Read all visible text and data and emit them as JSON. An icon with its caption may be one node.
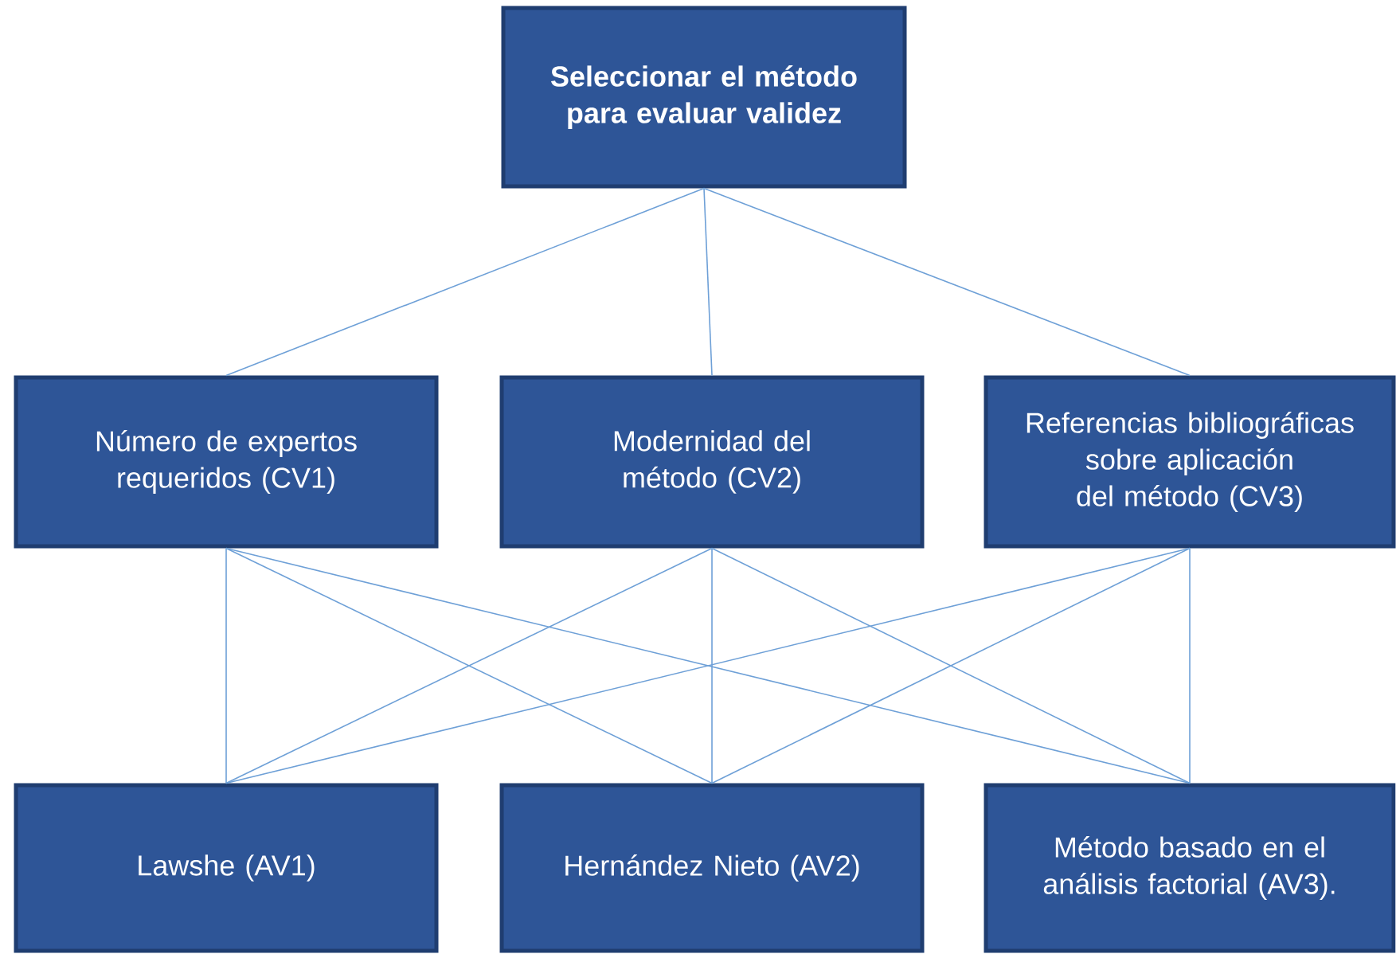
{
  "diagram": {
    "nodes": [
      {
        "text": [
          "Seleccionar el método para evaluar validez"
        ]
      },
      {
        "text": [
          "Número de expertos requeridos (CV1)"
        ]
      },
      {
        "text": [
          "Modernidad del método (CV2)"
        ]
      },
      {
        "text": [
          "Referencias bibliográficas sobre aplicación del método (CV3)"
        ]
      },
      {
        "text": [
          "Lawshe (AV1)"
        ]
      },
      {
        "text": [
          "Hernández Nieto (AV2)"
        ]
      },
      {
        "text": [
          "Método basado en el análisis factorial (AV3)."
        ]
      }
    ],
    "edges": [
      {
        "from": 0,
        "to": 1,
        "arrow": "none"
      },
      {
        "from": 0,
        "to": 2,
        "arrow": "none"
      },
      {
        "from": 0,
        "to": 3,
        "arrow": "none"
      },
      {
        "from": 1,
        "to": 4,
        "arrow": "none"
      },
      {
        "from": 1,
        "to": 5,
        "arrow": "none"
      },
      {
        "from": 1,
        "to": 6,
        "arrow": "none"
      },
      {
        "from": 2,
        "to": 4,
        "arrow": "none"
      },
      {
        "from": 2,
        "to": 5,
        "arrow": "none"
      },
      {
        "from": 2,
        "to": 6,
        "arrow": "none"
      },
      {
        "from": 3,
        "to": 4,
        "arrow": "none"
      },
      {
        "from": 3,
        "to": 5,
        "arrow": "none"
      },
      {
        "from": 3,
        "to": 6,
        "arrow": "none"
      }
    ]
  }
}
